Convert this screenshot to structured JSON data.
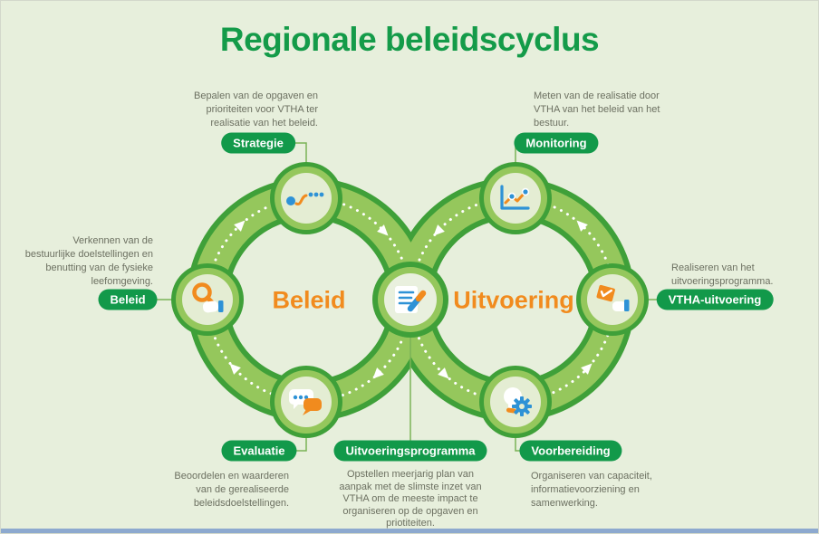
{
  "page": {
    "title": "Regionale beleidscyclus"
  },
  "loops": {
    "left_label": "Beleid",
    "right_label": "Uitvoering",
    "flow_left": "clockwise",
    "flow_right": "counter-clockwise"
  },
  "nodes": [
    {
      "id": "strategie",
      "label": "Strategie",
      "icon": "strategy-path-icon",
      "description": "Bepalen van de opgaven en prioriteiten voor VTHA ter realisatie van het beleid."
    },
    {
      "id": "monitoring",
      "label": "Monitoring",
      "icon": "line-chart-icon",
      "description": "Meten van de realisatie door VTHA van het beleid van het bestuur."
    },
    {
      "id": "beleid",
      "label": "Beleid",
      "icon": "magnifier-hand-icon",
      "description": "Verkennen van de bestuurlijke doelstellingen en benutting van de fysieke leefomgeving."
    },
    {
      "id": "vtha-uitvoering",
      "label": "VTHA-uitvoering",
      "icon": "flag-check-hand-icon",
      "description": "Realiseren van het uitvoeringsprogramma."
    },
    {
      "id": "evaluatie",
      "label": "Evaluatie",
      "icon": "speech-bubbles-icon",
      "description": "Beoordelen en waarderen van de gerealiseerde beleidsdoelstellingen."
    },
    {
      "id": "uitvoeringsprogramma",
      "label": "Uitvoeringsprogramma",
      "icon": "document-pencil-icon",
      "description": "Opstellen meerjarig plan van aanpak met de slimste inzet van VTHA om de meeste impact te organiseren op de opgaven en priotiteiten."
    },
    {
      "id": "voorbereiding",
      "label": "Voorbereiding",
      "icon": "lightbulb-gear-icon",
      "description": "Organiseren van capaciteit, informatievoorziening en samenwerking."
    }
  ],
  "colors": {
    "background": "#e7efdc",
    "title_green": "#149b49",
    "pill_green": "#12994a",
    "band_light_green": "#95c75c",
    "band_dark_green": "#3fa039",
    "node_disc": "#e4edd3",
    "accent_orange": "#f18b1e",
    "accent_blue": "#2e92d6",
    "description_text": "#6c7061",
    "bottom_bar_blue": "#8da9cf"
  }
}
